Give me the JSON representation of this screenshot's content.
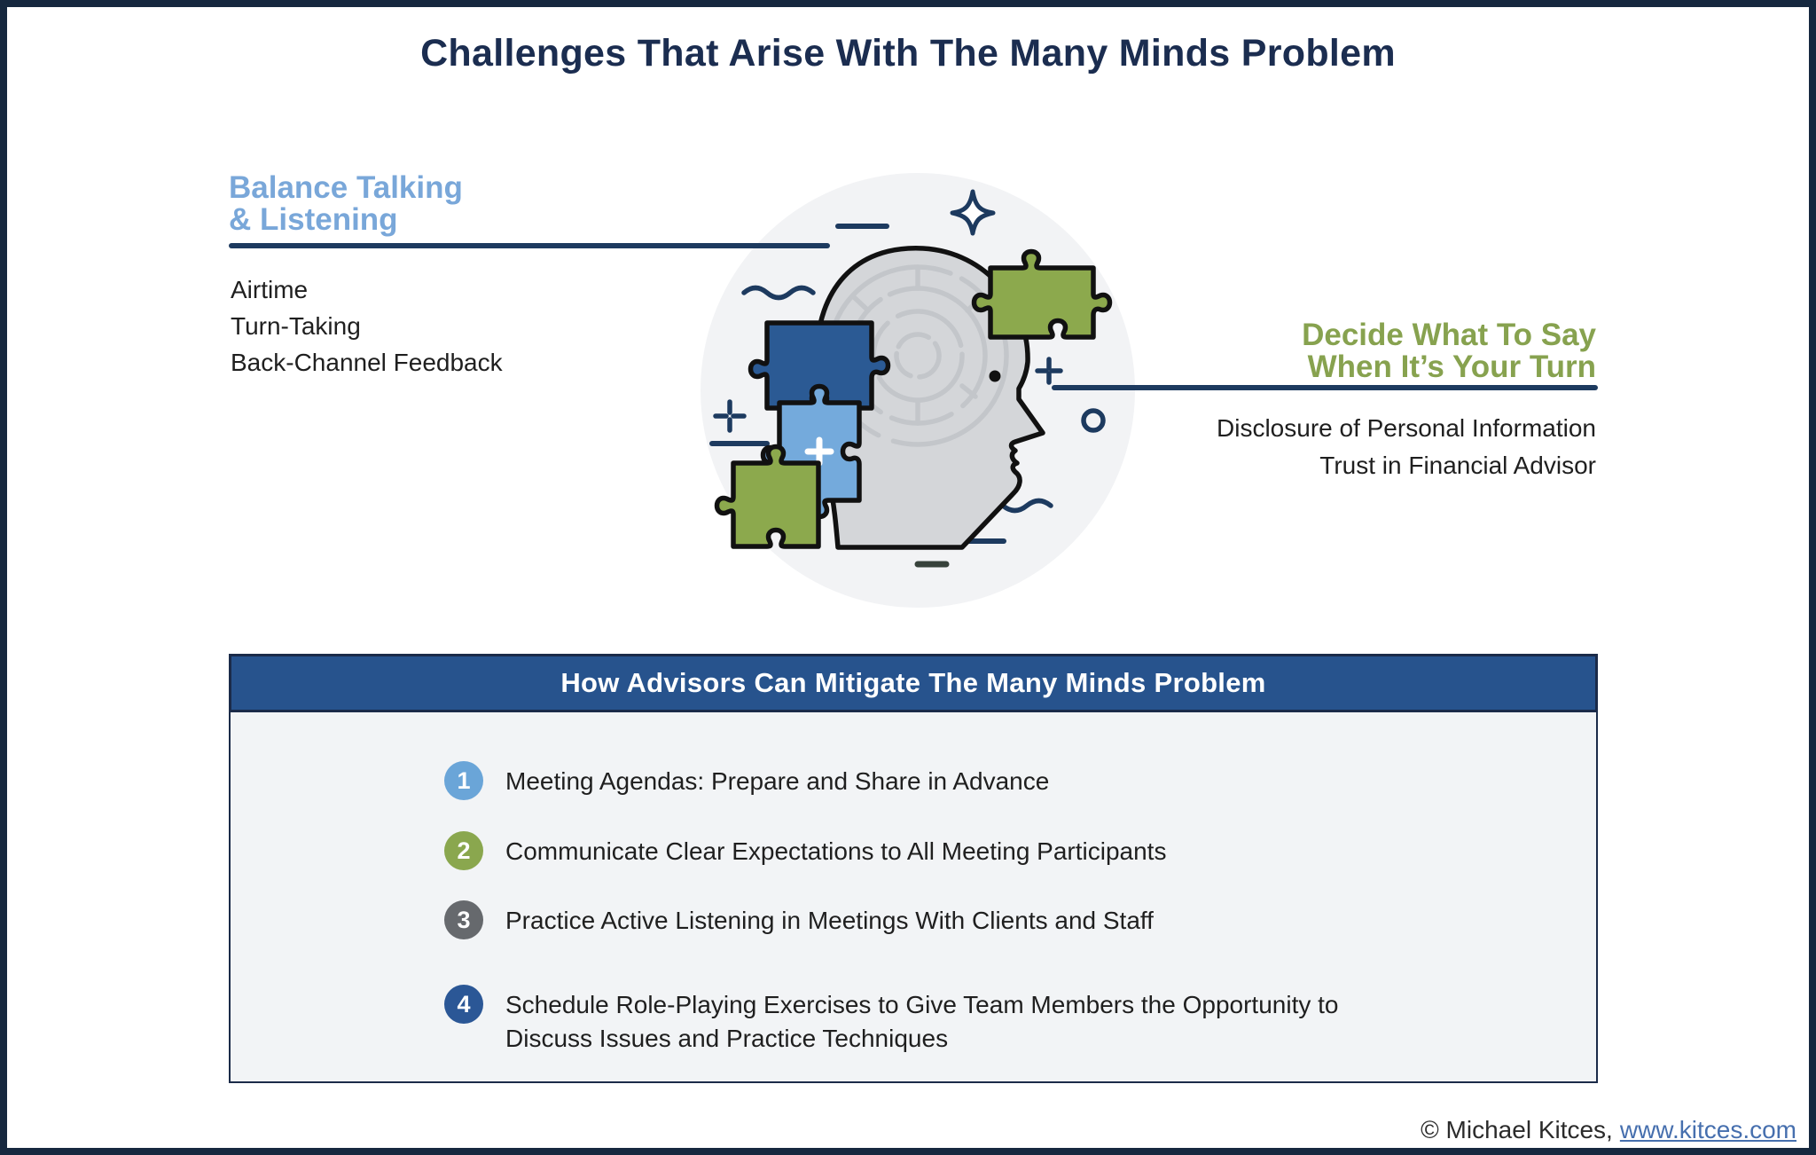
{
  "page": {
    "title": "Challenges That Arise With The Many Minds Problem"
  },
  "left_callout": {
    "heading": [
      "Balance Talking",
      "& Listening"
    ],
    "items": [
      "Airtime",
      "Turn-Taking",
      "Back-Channel Feedback"
    ]
  },
  "right_callout": {
    "heading": [
      "Decide What To Say",
      "When It’s Your Turn"
    ],
    "items": [
      "Disclosure of Personal Information",
      "Trust in Financial Advisor"
    ]
  },
  "mitigation": {
    "header": "How Advisors Can Mitigate The Many Minds Problem",
    "items": [
      {
        "number": "1",
        "text": "Meeting Agendas: Prepare and Share in Advance"
      },
      {
        "number": "2",
        "text": "Communicate Clear Expectations to All Meeting Participants"
      },
      {
        "number": "3",
        "text": "Practice Active Listening in Meetings With Clients and Staff"
      },
      {
        "number": "4",
        "text": "Schedule Role-Playing Exercises to Give Team Members the Opportunity to Discuss Issues and Practice Techniques"
      }
    ]
  },
  "footer": {
    "copyright": "© Michael Kitces,",
    "link": "www.kitces.com"
  },
  "illustration": {
    "name": "head-with-puzzle-pieces",
    "elements": [
      "head-profile",
      "brain-maze",
      "puzzle-piece-dark-blue",
      "puzzle-piece-light-blue",
      "puzzle-piece-green-bottom",
      "puzzle-piece-green-top",
      "sparkle",
      "waves",
      "plus-marks",
      "dashes",
      "circle-dot",
      "eye-dot"
    ]
  },
  "colors": {
    "frame": "#16283F",
    "title": "#1B2D50",
    "heading_blue": "#79A7D9",
    "heading_green": "#87A24F",
    "rule": "#1D3A5F",
    "text": "#1F1F1F",
    "header_bar": "#27538D",
    "header_text": "#FFFFFF",
    "box_bg": "#F2F4F6",
    "box_border": "#1B2B49",
    "step1": "#6AA5D8",
    "step2": "#8AA74E",
    "step3": "#66696D",
    "step4": "#2B5796",
    "step_text": "#FFFFFF",
    "link": "#466FAE",
    "circle_bg": "#F2F3F5",
    "head_fill": "#D4D6D9",
    "head_outline": "#111111",
    "maze": "#C3C6CA",
    "puzzle_dark_blue": "#2B5A94",
    "puzzle_light_blue": "#74AADC",
    "puzzle_green": "#8CA94D",
    "decor_navy": "#1D3A5F",
    "decor_dark": "#37423B"
  }
}
